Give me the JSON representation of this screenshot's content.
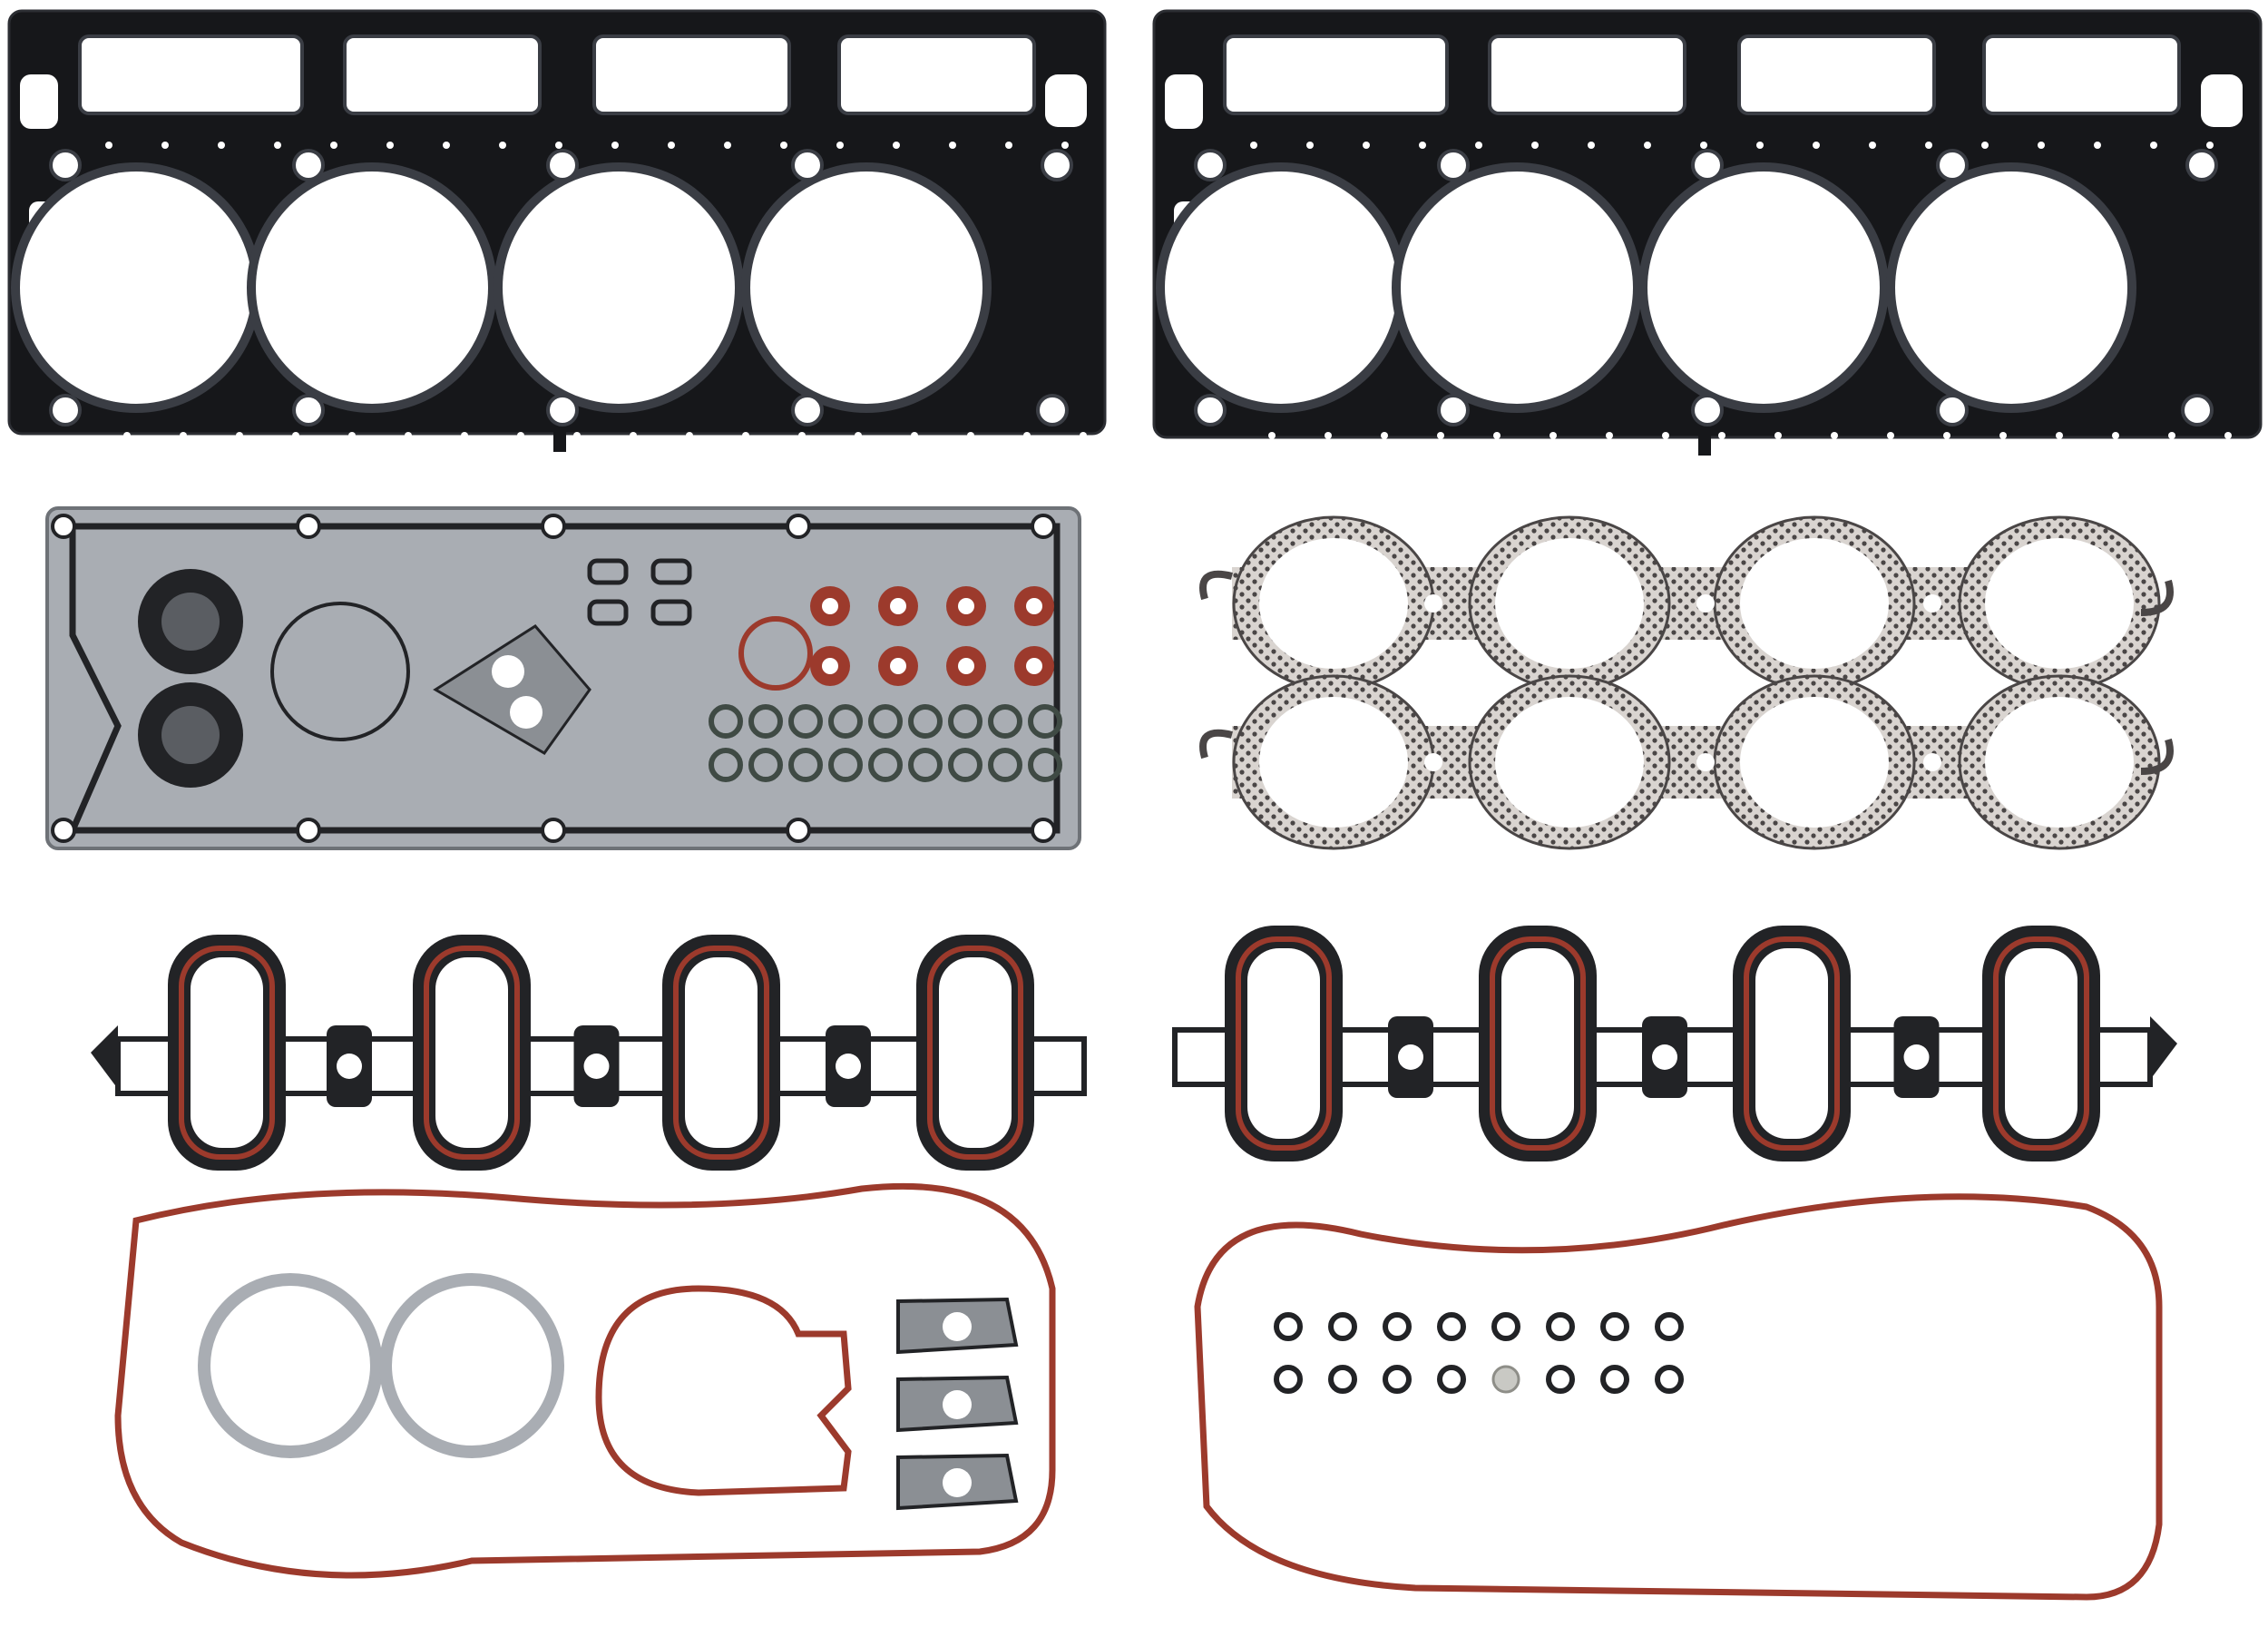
{
  "colors": {
    "background": "#ffffff",
    "mls_steel": "#16171a",
    "mls_edge": "#2c2e33",
    "embossed_bead": "#3a3d44",
    "graphite_exhaust": "#4a4646",
    "graphite_light": "#d9d4d0",
    "red_silicone": "#9c3a2c",
    "red_silicone_light": "#c9614e",
    "carrier_black": "#222326",
    "metal_ring": "#a9adb3",
    "grey_fiber": "#8b8f94",
    "valve_seal_green": "#3f4a44",
    "brass_plug": "#c9c9c4"
  },
  "components": {
    "head_gasket_count": 2,
    "exhaust_gasket_count": 2,
    "intake_gasket_count": 2,
    "cylinders_per_bank": 4,
    "valley_pan_seal_count": 26,
    "small_oring_count": 16
  }
}
